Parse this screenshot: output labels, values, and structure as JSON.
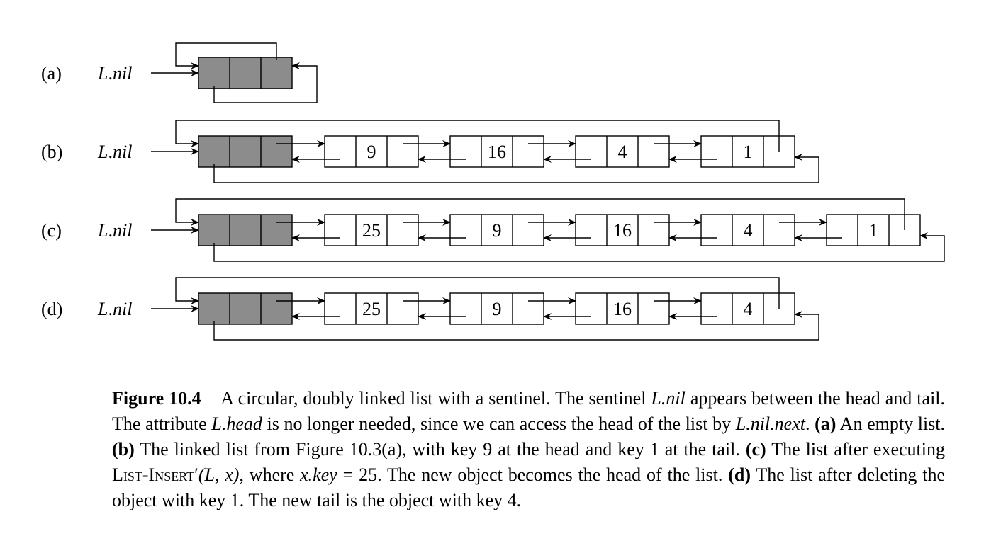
{
  "rows": [
    {
      "label": "(a)",
      "sentinel": "L.nil",
      "keys": []
    },
    {
      "label": "(b)",
      "sentinel": "L.nil",
      "keys": [
        "9",
        "16",
        "4",
        "1"
      ]
    },
    {
      "label": "(c)",
      "sentinel": "L.nil",
      "keys": [
        "25",
        "9",
        "16",
        "4",
        "1"
      ]
    },
    {
      "label": "(d)",
      "sentinel": "L.nil",
      "keys": [
        "25",
        "9",
        "16",
        "4"
      ]
    }
  ],
  "colors": {
    "sentinel_fill": "#8c8c8c",
    "node_fill": "#ffffff",
    "stroke": "#000000"
  },
  "caption": {
    "figure_label": "Figure 10.4",
    "s1": "A circular, doubly linked list with a sentinel. The sentinel",
    "lnil": "L.nil",
    "s2": "appears between the head and tail. The attribute",
    "lhead": "L.head",
    "s3": "is no longer needed, since we can access the head of the list by",
    "lnilnext": "L.nil.next",
    "s4": ".",
    "a_label": "(a)",
    "a_text": "An empty list.",
    "b_label": "(b)",
    "b_text": "The linked list from Figure 10.3(a), with key 9 at the head and key 1 at the tail.",
    "c_label": "(c)",
    "c_text1": "The list after executing",
    "proc": "List-Insert′",
    "args": "(L, x)",
    "c_text2": ", where",
    "xkey": "x.key",
    "c_text3": "= 25. The new object becomes the head of the list.",
    "d_label": "(d)",
    "d_text": "The list after deleting the object with key 1. The new tail is the object with key 4."
  }
}
